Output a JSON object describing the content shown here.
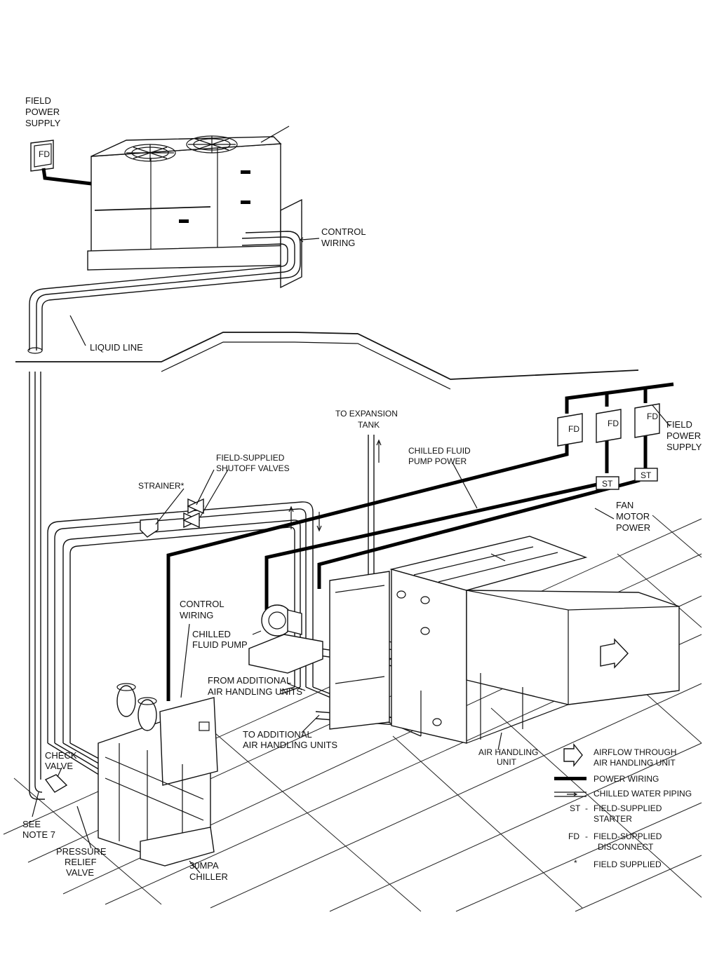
{
  "labels": {
    "field_power_supply_top": [
      "FIELD",
      "POWER",
      "SUPPLY"
    ],
    "control_wiring_top": [
      "CONTROL",
      "WIRING"
    ],
    "liquid_line": "LIQUID LINE",
    "to_expansion_tank": [
      "TO EXPANSION",
      "TANK"
    ],
    "field_power_supply_right": [
      "FIELD",
      "POWER",
      "SUPPLY"
    ],
    "chilled_fluid_pump_power": [
      "CHILLED FLUID",
      "PUMP POWER"
    ],
    "field_supplied_shutoff_valves": [
      "FIELD-SUPPLIED",
      "SHUTOFF VALVES"
    ],
    "strainer": "STRAINER*",
    "fan_motor_power": [
      "FAN",
      "MOTOR",
      "POWER"
    ],
    "control_wiring_mid": [
      "CONTROL",
      "WIRING"
    ],
    "chilled_fluid_pump": [
      "CHILLED",
      "FLUID PUMP"
    ],
    "from_additional": [
      "FROM ADDITIONAL",
      "AIR HANDLING UNITS"
    ],
    "to_additional": [
      "TO ADDITIONAL",
      "AIR HANDLING UNITS"
    ],
    "check_valve": [
      "CHECK",
      "VALVE"
    ],
    "see_note": [
      "SEE",
      "NOTE 7"
    ],
    "pressure_relief_valve": [
      "PRESSURE",
      "RELIEF",
      "VALVE"
    ],
    "chiller": [
      "30MPA",
      "CHILLER"
    ],
    "air_handling_unit": [
      "AIR HANDLING",
      "UNIT"
    ],
    "fd_tag": "FD",
    "st_tag": "ST"
  },
  "legend": {
    "airflow": [
      "AIRFLOW THROUGH",
      "AIR HANDLING UNIT"
    ],
    "power_wiring": "POWER WIRING",
    "chilled_water_piping": "CHILLED WATER PIPING",
    "st_key": "ST",
    "st_dash": "-",
    "st_desc": [
      "FIELD-SUPPLIED",
      "STARTER"
    ],
    "fd_key": "FD",
    "fd_dash": "-",
    "fd_desc": [
      "FIELD-SUPPLIED",
      "DISCONNECT"
    ],
    "star_key": "*",
    "star_desc": "FIELD SUPPLIED"
  }
}
